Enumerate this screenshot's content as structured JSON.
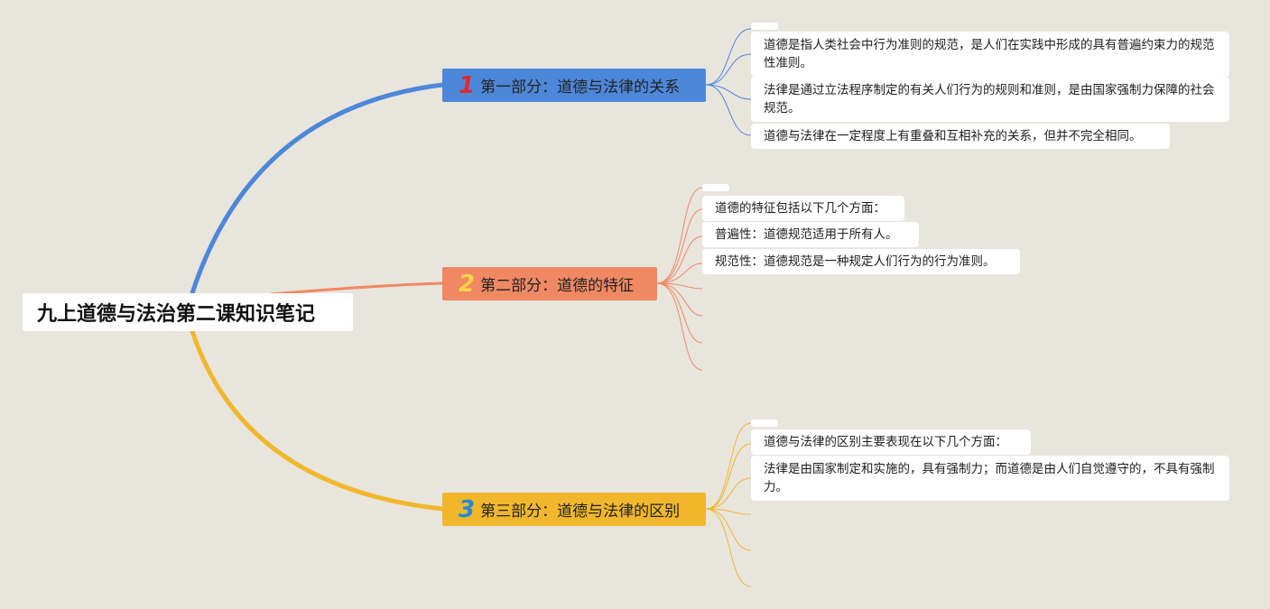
{
  "title": "九上道德与法治第二课知识笔记",
  "colors": {
    "background": "#e8e5dd",
    "branch1": "#4d87d9",
    "branch2": "#f08863",
    "branch3": "#f1b72c"
  },
  "branches": [
    {
      "number": "1",
      "label": "第一部分：道德与法律的关系",
      "items": [
        "道德是指人类社会中行为准则的规范，是人们在实践中形成的具有普遍约束力的规范性准则。",
        "法律是通过立法程序制定的有关人们行为的规则和准则，是由国家强制力保障的社会规范。",
        "道德与法律在一定程度上有重叠和互相补充的关系，但并不完全相同。"
      ]
    },
    {
      "number": "2",
      "label": "第二部分：道德的特征",
      "items": [
        "道德的特征包括以下几个方面：",
        "普遍性：道德规范适用于所有人。",
        "规范性：道德规范是一种规定人们行为的行为准则。"
      ]
    },
    {
      "number": "3",
      "label": "第三部分：道德与法律的区别",
      "items": [
        "道德与法律的区别主要表现在以下几个方面：",
        "法律是由国家制定和实施的，具有强制力；而道德是由人们自觉遵守的，不具有强制力。"
      ]
    }
  ]
}
